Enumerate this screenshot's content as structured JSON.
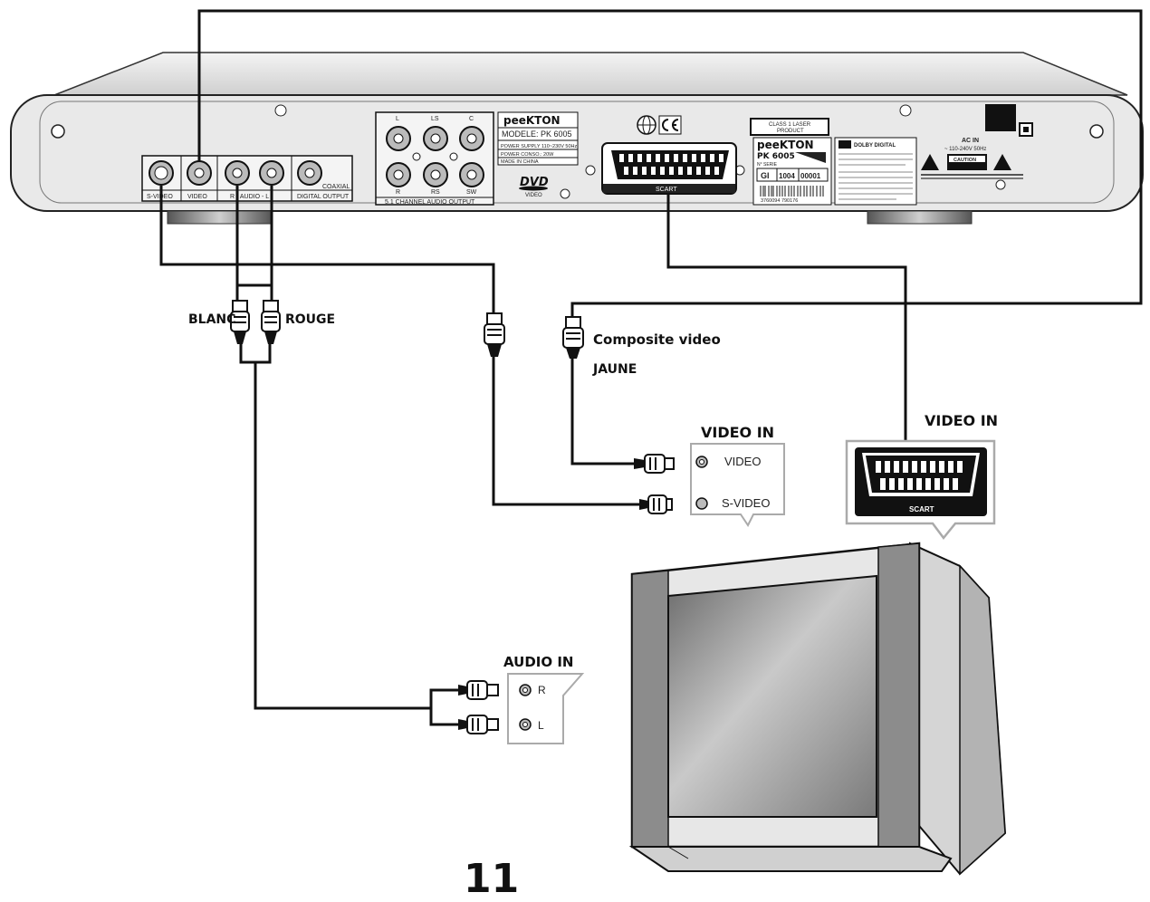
{
  "dvd": {
    "jacks": {
      "svideo": "S-VIDEO",
      "video": "VIDEO",
      "audio": "R - AUDIO - L",
      "coaxial": "COAXIAL",
      "digital_output": "DIGITAL OUTPUT"
    },
    "channels": {
      "top": [
        "L",
        "LS",
        "C"
      ],
      "bottom": [
        "R",
        "RS",
        "SW"
      ],
      "caption": "5.1 CHANNEL AUDIO OUTPUT"
    },
    "brand": "peeKTON",
    "model": "MODELE: PK 6005",
    "power_supply": "POWER SUPPLY 110~230V 50Hz",
    "power_conso": "POWER CONSO.: 20W",
    "made_in": "MADE IN CHINA",
    "dvd_logo": "DVD",
    "dvd_sub": "VIDEO",
    "scart": "SCART",
    "laser_label": [
      "CLASS 1 LASER",
      "PRODUCT"
    ],
    "serial": {
      "brand": "peeKTON",
      "model": "PK 6005",
      "serie": "N° SERIE",
      "cells": [
        "GI",
        "1004",
        "00001"
      ],
      "barcode": "3760094 790176"
    },
    "dolby": "DOLBY DIGITAL",
    "ac_in": "AC IN",
    "ac_voltage": "~ 110-240V 50Hz",
    "caution": "CAUTION"
  },
  "labels": {
    "blanc": "BLANC",
    "rouge": "ROUGE",
    "composite": "Composite video",
    "jaune": "JAUNE",
    "video_in_left": "VIDEO IN",
    "video_in_right": "VIDEO IN",
    "video_jack": "VIDEO",
    "svideo_jack": "S-VIDEO",
    "audio_in": "AUDIO IN",
    "audio_r": "R",
    "audio_l": "L",
    "tv_scart": "SCART"
  },
  "page_number": "11",
  "colors": {
    "line": "#111111",
    "panel": "#e6e6e6",
    "shade": "#9a9a9a"
  }
}
